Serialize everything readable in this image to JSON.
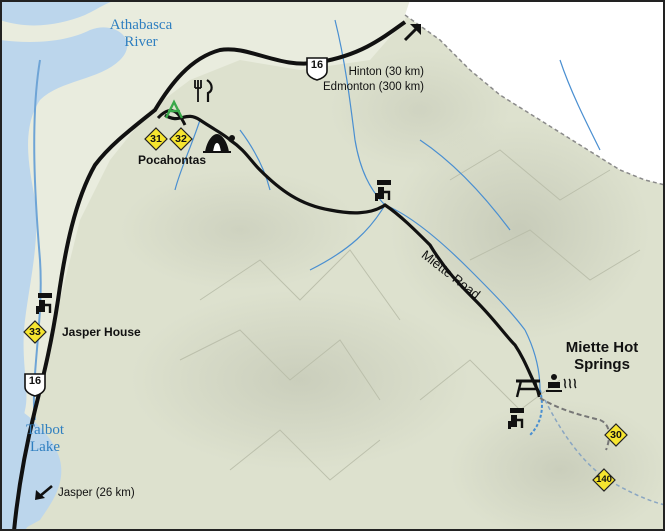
{
  "water": {
    "river_label": "Athabasca River",
    "lake_label": "Talbot Lake"
  },
  "places": {
    "pocahontas": "Pocahontas",
    "jasper_house": "Jasper House",
    "hot_springs": "Miette Hot Springs"
  },
  "roads": {
    "highway": "16",
    "miette_road": "Miette Road"
  },
  "destinations": {
    "hinton": "Hinton (30 km)",
    "edmonton": "Edmonton (300 km)",
    "jasper": "Jasper (26 km)"
  },
  "sites": [
    "31",
    "32",
    "33",
    "30",
    "140"
  ],
  "colors": {
    "water": "#2f7fc0",
    "site_marker": "#f6e52f",
    "road": "#111111",
    "trail_dashed": "#777777",
    "park_boundary": "#8a8a8a",
    "terrain": "#dfe3d0"
  },
  "icons": [
    "arrow-icon",
    "picnic-icon",
    "dining-icon",
    "campground-icon",
    "viewpoint-icon",
    "hot-springs-icon",
    "shelter-icon",
    "trailhead-icon"
  ]
}
